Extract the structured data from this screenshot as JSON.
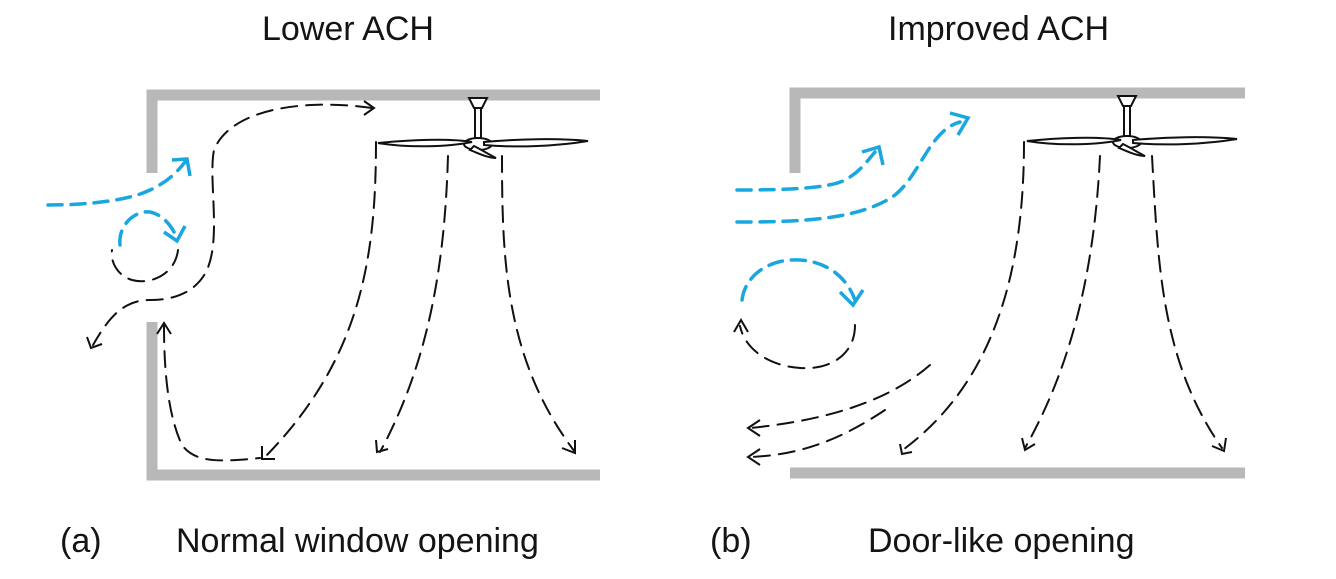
{
  "panel_a": {
    "title": "Lower ACH",
    "tag": "(a)",
    "caption": "Normal window opening"
  },
  "panel_b": {
    "title": "Improved ACH",
    "tag": "(b)",
    "caption": "Door-like opening"
  },
  "colors": {
    "wall": "#b8b8b9",
    "inflow": "#1aa7e0",
    "circulation": "#111111"
  },
  "icons": [
    "ceiling-fan-icon",
    "airflow-arrow-icon"
  ]
}
